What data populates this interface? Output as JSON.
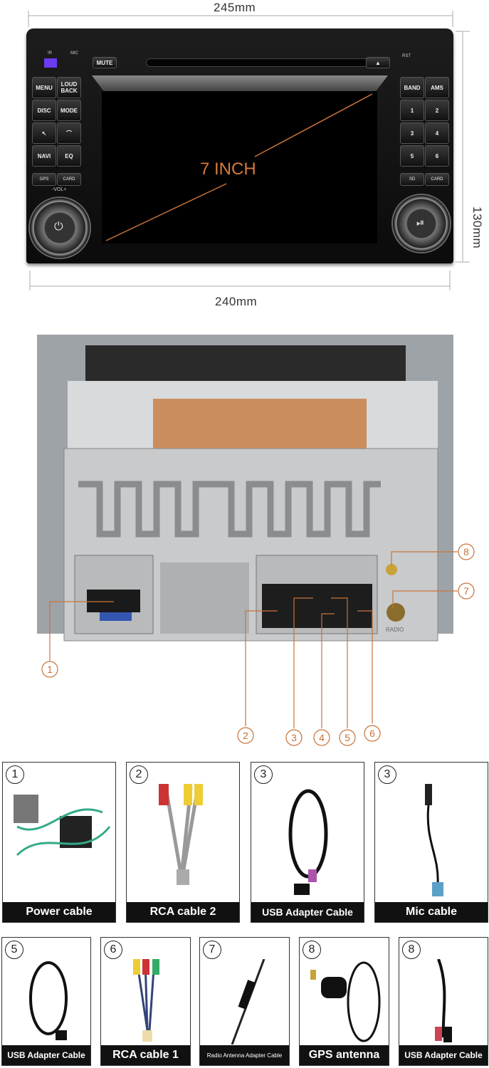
{
  "dimensions": {
    "top_width": "245mm",
    "bottom_width": "240mm",
    "height": "130mm"
  },
  "front_panel": {
    "screen_label": "7 INCH",
    "top_labels": {
      "ir": "IR",
      "mic": "MIC",
      "mute": "MUTE",
      "eject": "▲",
      "rst": "RST",
      "vol": "-VOL+"
    },
    "left_buttons": [
      "MENU",
      "LOUD BACK",
      "DISC",
      "MODE",
      "↖",
      "⌒",
      "NAVI",
      "EQ"
    ],
    "left_small": [
      "GPS",
      "CARD"
    ],
    "right_buttons": [
      "BAND",
      "AMS",
      "1",
      "2",
      "3",
      "4",
      "5",
      "6"
    ],
    "right_small": [
      "SD",
      "CARD"
    ],
    "accent": "#c8733a"
  },
  "rear_panel": {
    "callouts": [
      "1",
      "2",
      "3",
      "4",
      "5",
      "6",
      "7",
      "8"
    ],
    "radio_label": "RADIO"
  },
  "accessories_row1": [
    {
      "num": "1",
      "label": "Power cable"
    },
    {
      "num": "2",
      "label": "RCA cable 2"
    },
    {
      "num": "3",
      "label": "USB Adapter Cable"
    },
    {
      "num": "3",
      "label": "Mic cable"
    }
  ],
  "accessories_row2": [
    {
      "num": "5",
      "label": "USB Adapter Cable"
    },
    {
      "num": "6",
      "label": "RCA cable 1"
    },
    {
      "num": "7",
      "label": "Radio Antenna Adapter Cable"
    },
    {
      "num": "8",
      "label": "GPS antenna"
    },
    {
      "num": "8",
      "label": "USB Adapter Cable"
    }
  ]
}
